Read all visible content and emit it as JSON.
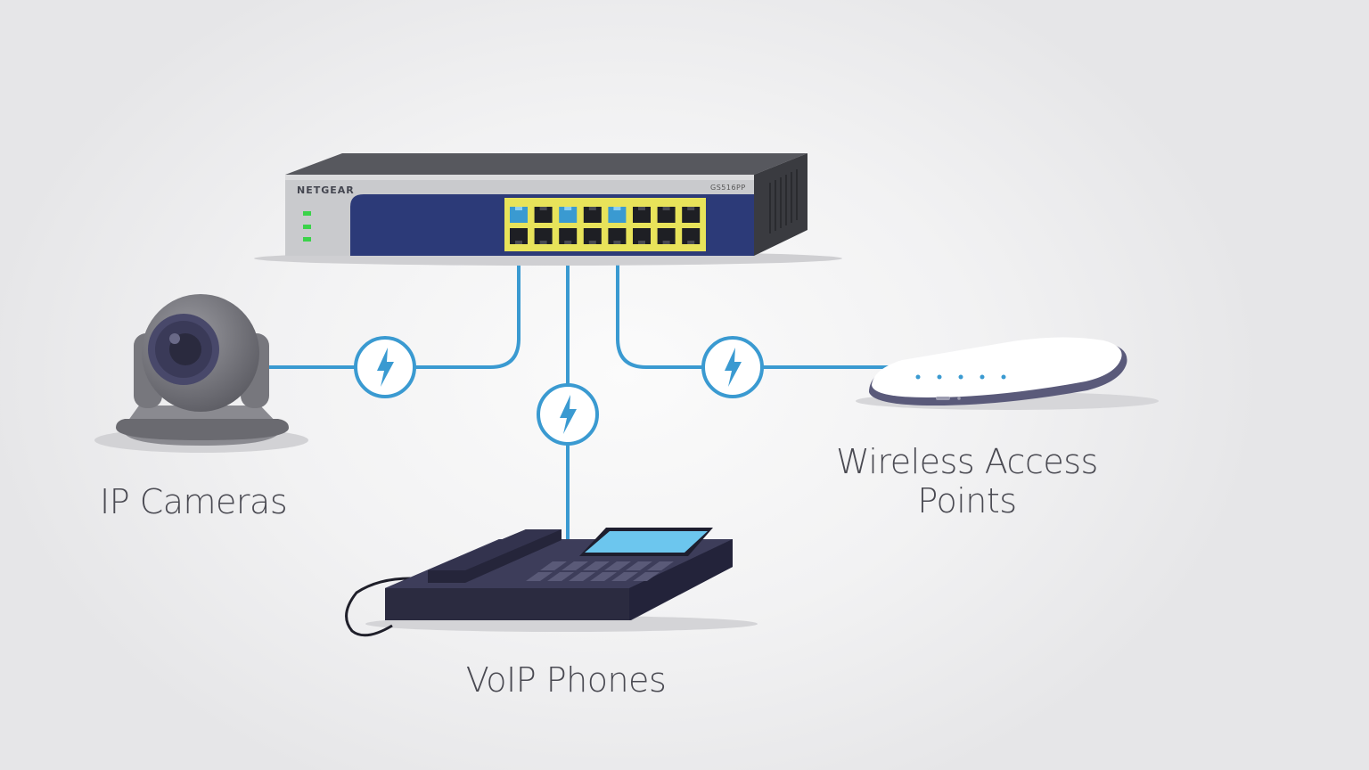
{
  "switch": {
    "brand": "NETGEAR",
    "model": "GS516PP"
  },
  "devices": {
    "camera_label": "IP Cameras",
    "access_point_label_line1": "Wireless Access",
    "access_point_label_line2": "Points",
    "phone_label": "VoIP Phones"
  },
  "icons": {
    "poe": "lightning-bolt-icon"
  },
  "colors": {
    "cable": "#3a9ad1",
    "port_highlight": "#e8e35a",
    "switch_panel": "#2c3a78",
    "led": "#3bd34a"
  }
}
